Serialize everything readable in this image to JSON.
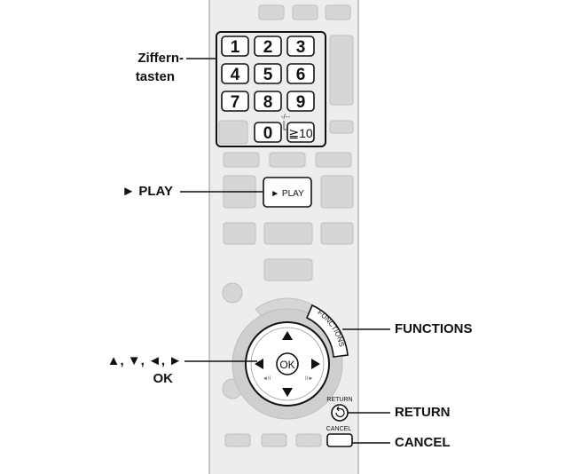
{
  "callouts": {
    "ziffern_line1": "Ziffern-",
    "ziffern_line2": "tasten",
    "play": "► PLAY",
    "arrows": "▲, ▼, ◄, ►",
    "ok": "OK",
    "functions": "FUNCTIONS",
    "return": "RETURN",
    "cancel": "CANCEL"
  },
  "remote": {
    "number_keys": [
      "1",
      "2",
      "3",
      "4",
      "5",
      "6",
      "7",
      "8",
      "9",
      "0"
    ],
    "ten_plus_key": "≧10",
    "play_key": "► PLAY",
    "ok_key": "OK",
    "functions_key": "FUNCTIONS",
    "return_label": "RETURN",
    "cancel_label": "CANCEL",
    "dash_symbol": "-/--"
  }
}
